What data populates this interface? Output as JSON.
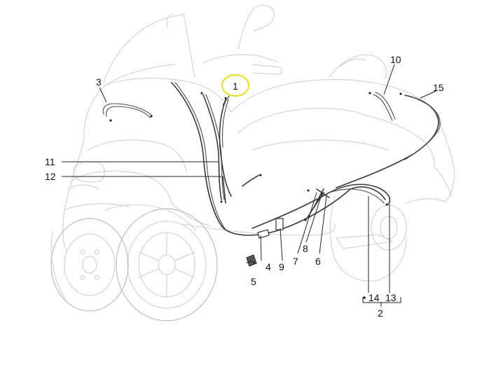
{
  "callouts": {
    "c1": "1",
    "c2": "2",
    "c3": "3",
    "c4": "4",
    "c5": "5",
    "c6": "6",
    "c7": "7",
    "c8": "8",
    "c9": "9",
    "c10": "10",
    "c11": "11",
    "c12": "12",
    "c13": "13",
    "c14": "14",
    "c15": "15"
  },
  "highlight": {
    "target": "1",
    "color": "#e6e22c"
  }
}
